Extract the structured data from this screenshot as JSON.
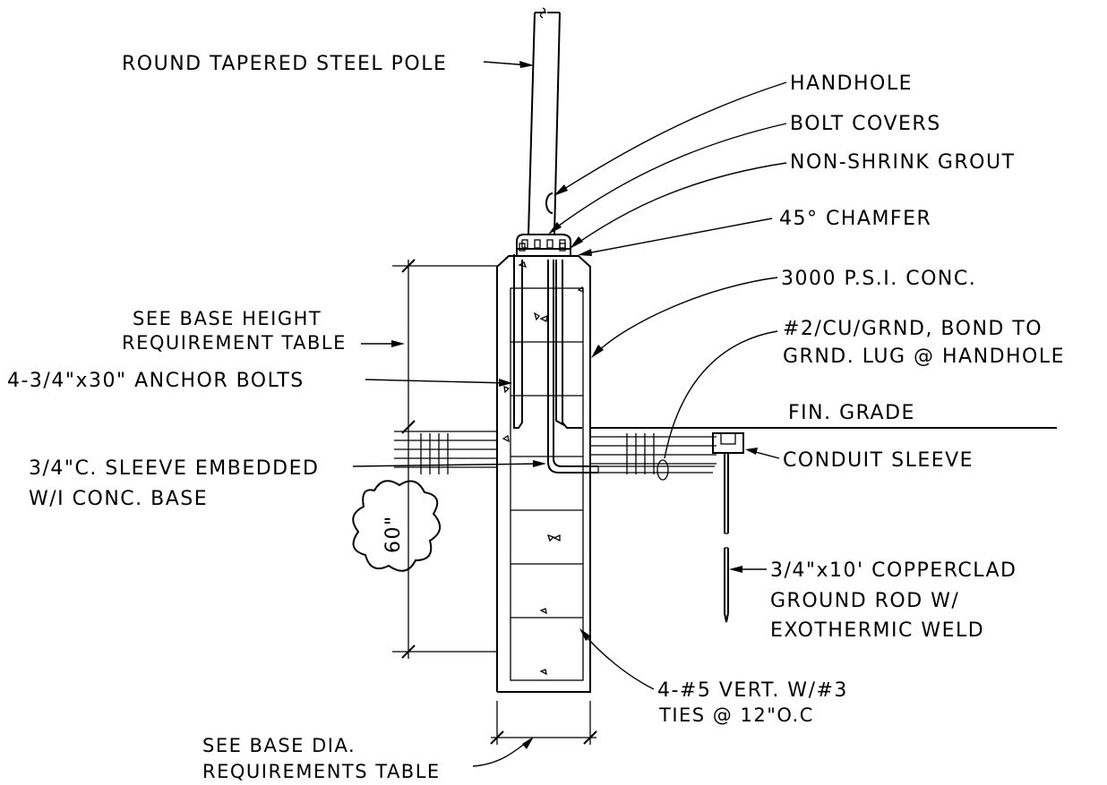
{
  "labels": {
    "pole": "ROUND TAPERED STEEL POLE",
    "handhole": "HANDHOLE",
    "bolt_covers": "BOLT COVERS",
    "grout": "NON-SHRINK GROUT",
    "chamfer": "45° CHAMFER",
    "concrete": "3000 P.S.I. CONC.",
    "ground_wire_1": "#2/CU/GRND, BOND TO",
    "ground_wire_2": "GRND. LUG @ HANDHOLE",
    "base_height_1": "SEE BASE HEIGHT",
    "base_height_2": "REQUIREMENT TABLE",
    "anchor_bolts": "4-3/4\"x30\" ANCHOR BOLTS",
    "fin_grade": "FIN. GRADE",
    "sleeve_1": "3/4\"C. SLEEVE EMBEDDED",
    "sleeve_2": "W/I CONC. BASE",
    "conduit_sleeve": "CONDUIT SLEEVE",
    "depth": "60\"",
    "ground_rod_1": "3/4\"x10' COPPERCLAD",
    "ground_rod_2": "GROUND ROD W/",
    "ground_rod_3": "EXOTHERMIC WELD",
    "rebar_1": "4-#5 VERT. W/#3",
    "rebar_2": "TIES @ 12\"O.C",
    "base_dia_1": "SEE BASE DIA.",
    "base_dia_2": "REQUIREMENTS TABLE"
  }
}
